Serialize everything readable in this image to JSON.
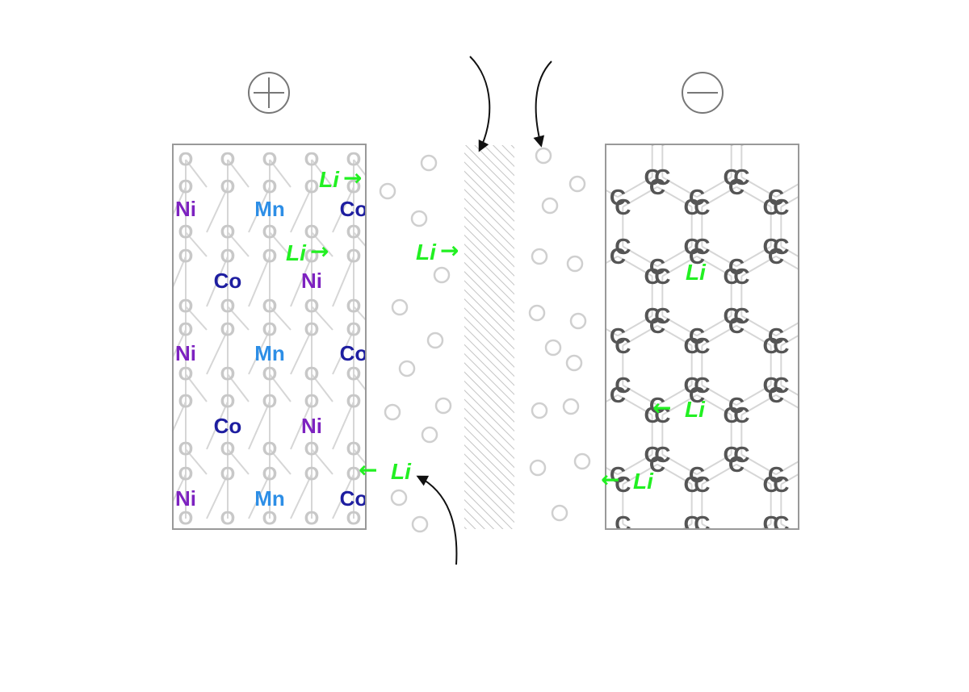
{
  "terminals": {
    "positive": {
      "symbol": "+"
    },
    "negative": {
      "symbol": "−"
    }
  },
  "colors": {
    "lithium": "#22f022",
    "oxygen": "#c8c8c8",
    "nickel": "#7d22c0",
    "manganese": "#2d8ee6",
    "cobalt": "#1e1ea0",
    "carbon": "#555555",
    "bond": "#d6d6d6",
    "electrolyte": "#cfcfcf",
    "separator_hatch": "#c4c4c4",
    "frame": "#999999",
    "curve_arrow": "#111111"
  },
  "cathode": {
    "oxygen_label": "O",
    "metal_rows": [
      [
        "Ni",
        "Mn",
        "Co"
      ],
      [
        "Co",
        "Ni"
      ],
      [
        "Ni",
        "Mn",
        "Co"
      ],
      [
        "Co",
        "Ni"
      ],
      [
        "Ni",
        "Mn",
        "Co"
      ]
    ]
  },
  "anode": {
    "carbon_label": "C",
    "intercalated_li": "Li"
  },
  "lithium_ions": [
    {
      "text": "Li",
      "arrow": "→",
      "direction": "right"
    },
    {
      "text": "Li",
      "arrow": "→",
      "direction": "right"
    },
    {
      "text": "Li",
      "arrow": "→",
      "direction": "right"
    },
    {
      "text": "Li",
      "arrow": "←",
      "direction": "left"
    },
    {
      "text": "Li",
      "arrow": "←",
      "direction": "left"
    },
    {
      "text": "Li",
      "arrow": "←",
      "direction": "left"
    }
  ]
}
